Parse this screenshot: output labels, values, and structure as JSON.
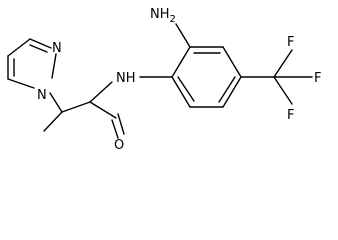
{
  "molecule": {
    "labels": {
      "pyrazole_n1": "N",
      "pyrazole_n2": "N",
      "amide_nh": "NH",
      "amide_o": "O",
      "amine_nh2": "NH",
      "amine_nh2_sub": "2",
      "cf3_f_top": "F",
      "cf3_f_right": "F",
      "cf3_f_bottom": "F"
    }
  }
}
